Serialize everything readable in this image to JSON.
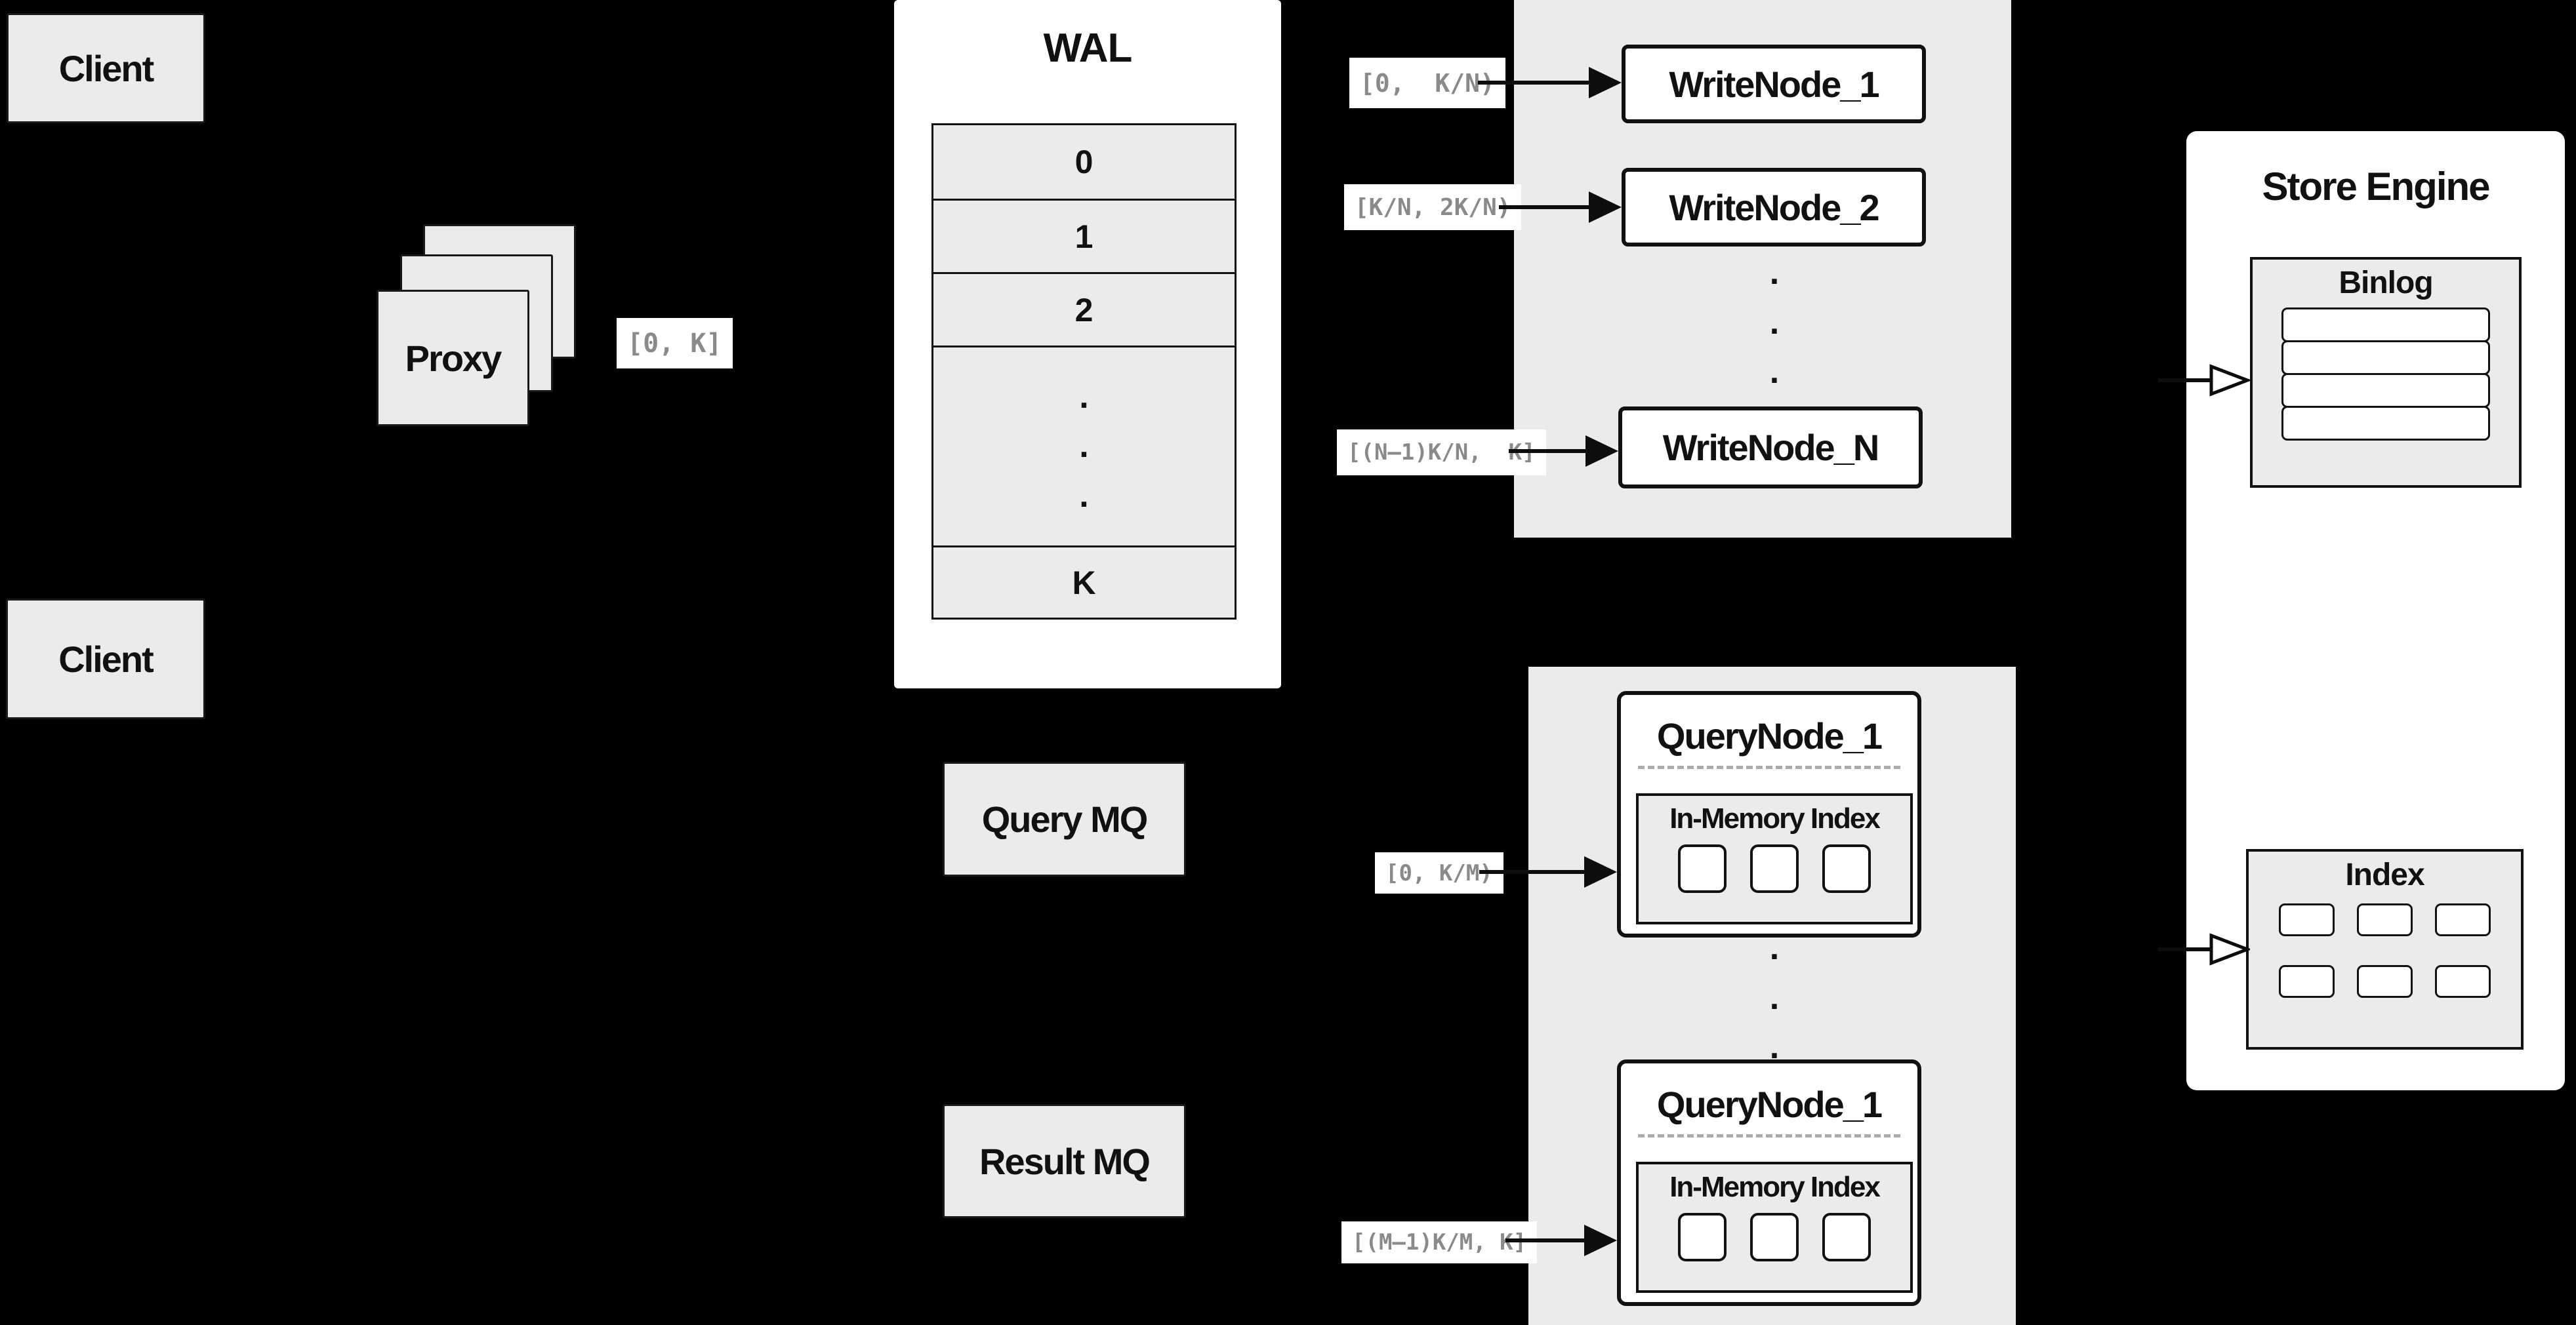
{
  "colors": {
    "background": "#000000",
    "panel_gray": "#ebebeb",
    "box_white": "#ffffff",
    "ink": "#111111",
    "range_label_text": "#8a8a8a"
  },
  "clients": {
    "top": "Client",
    "bottom": "Client"
  },
  "proxy": {
    "label": "Proxy"
  },
  "wal": {
    "title": "WAL",
    "rows": [
      "0",
      "1",
      "2",
      "K"
    ]
  },
  "range_labels": {
    "proxy_out": "[0, K]",
    "write_1": "[0,  K/N)",
    "write_2": "[K/N, 2K/N)",
    "write_n": "[(N–1)K/N,  K]",
    "query_top": "[0, K/M)",
    "query_bottom": "[(M–1)K/M, K]"
  },
  "write_nodes": {
    "node_1": "WriteNode_1",
    "node_2": "WriteNode_2",
    "node_n": "WriteNode_N"
  },
  "message_queues": {
    "query_mq": "Query MQ",
    "result_mq": "Result MQ"
  },
  "query_nodes": {
    "top": {
      "title": "QueryNode_1",
      "index_label": "In-Memory Index"
    },
    "bottom": {
      "title": "QueryNode_1",
      "index_label": "In-Memory Index"
    }
  },
  "store_engine": {
    "title": "Store Engine",
    "binlog_title": "Binlog",
    "index_title": "Index"
  },
  "shared": {
    "dot": "."
  }
}
